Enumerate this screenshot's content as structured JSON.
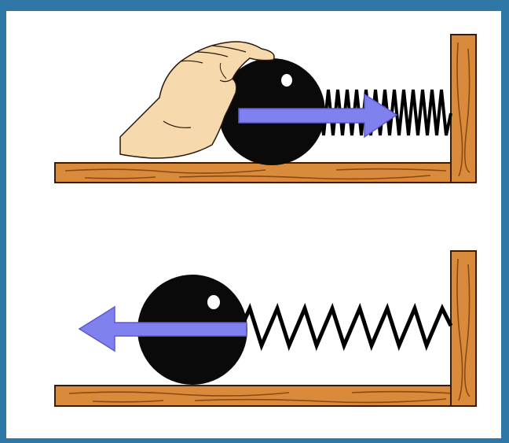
{
  "scenes": [
    {
      "id": "compressed",
      "hand": "hand-pushing-ball",
      "spring_state": "compressed",
      "force_direction": "right"
    },
    {
      "id": "released",
      "hand": "none",
      "spring_state": "extended",
      "force_direction": "left"
    }
  ],
  "colors": {
    "frame": "#2f77a6",
    "wood": "#d98a3a",
    "wood_grain": "#8a4a12",
    "ball": "#0a0a0a",
    "arrow": "#8080ee",
    "arrow_stroke": "#5a5ad0",
    "hand": "#f7d9ae"
  }
}
